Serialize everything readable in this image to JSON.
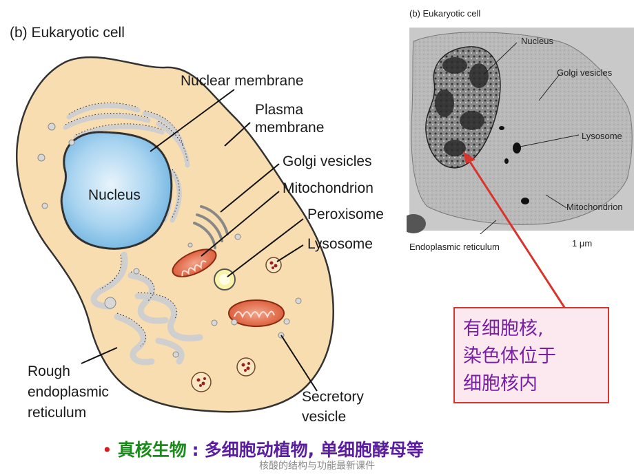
{
  "diagram": {
    "title": "(b)  Eukaryotic cell",
    "labels": {
      "nuclear_membrane": "Nuclear membrane",
      "plasma_line1": "Plasma",
      "plasma_line2": "membrane",
      "golgi": "Golgi vesicles",
      "mitochondrion": "Mitochondrion",
      "peroxisome": "Peroxisome",
      "lysosome": "Lysosome",
      "nucleus": "Nucleus",
      "rer_line1": "Rough",
      "rer_line2": "endoplasmic",
      "rer_line3": "reticulum",
      "secretory_line1": "Secretory",
      "secretory_line2": "vesicle"
    }
  },
  "micrograph": {
    "title": "(b)  Eukaryotic cell",
    "labels": {
      "nucleus": "Nucleus",
      "golgi": "Golgi vesicles",
      "lysosome": "Lysosome",
      "mitochondrion": "Mitochondrion",
      "er": "Endoplasmic reticulum",
      "scale": "1 μm"
    }
  },
  "callout": {
    "line1": "有细胞核,",
    "line2": "染色体位于",
    "line3": "细胞核内"
  },
  "bottom": {
    "bullet": "•",
    "term": "真核生物",
    "colon": ":",
    "desc": "多细胞动植物, 单细胞酵母等"
  },
  "footer": "核酸的结构与功能最新课件",
  "colors": {
    "cell_fill": "#f7ddb0",
    "nucleus_fill": "#a9d4f0",
    "callout_border": "#d9342b",
    "callout_text": "#7a1fa2",
    "arrow": "#d9342b"
  }
}
